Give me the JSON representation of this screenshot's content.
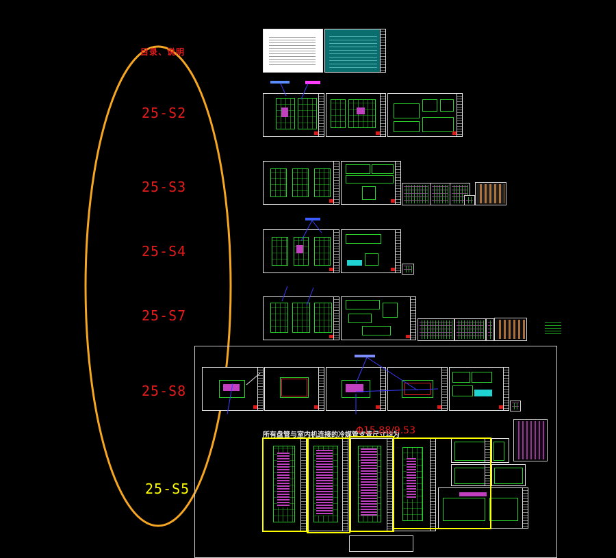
{
  "labels": {
    "contents": "目录、说明",
    "s2": "25-S2",
    "s3": "25-S3",
    "s4": "25-S4",
    "s7": "25-S7",
    "s8": "25-S8",
    "s5": "25-S5"
  },
  "notes": {
    "pipe_title": "所有盘管与室内机连接的冷媒管支管尺寸均为",
    "pipe_size": "Φ15.88/9.53"
  },
  "colors": {
    "background": "#000000",
    "ellipse": "#f5a623",
    "red_label": "#e41c1c",
    "yellow_label": "#ffff00",
    "plan_green": "#2bd12b",
    "magenta": "#c040c0"
  },
  "icons": {
    "ellipse": "orange-selection-ellipse-icon",
    "sheet": "drawing-sheet-icon"
  }
}
